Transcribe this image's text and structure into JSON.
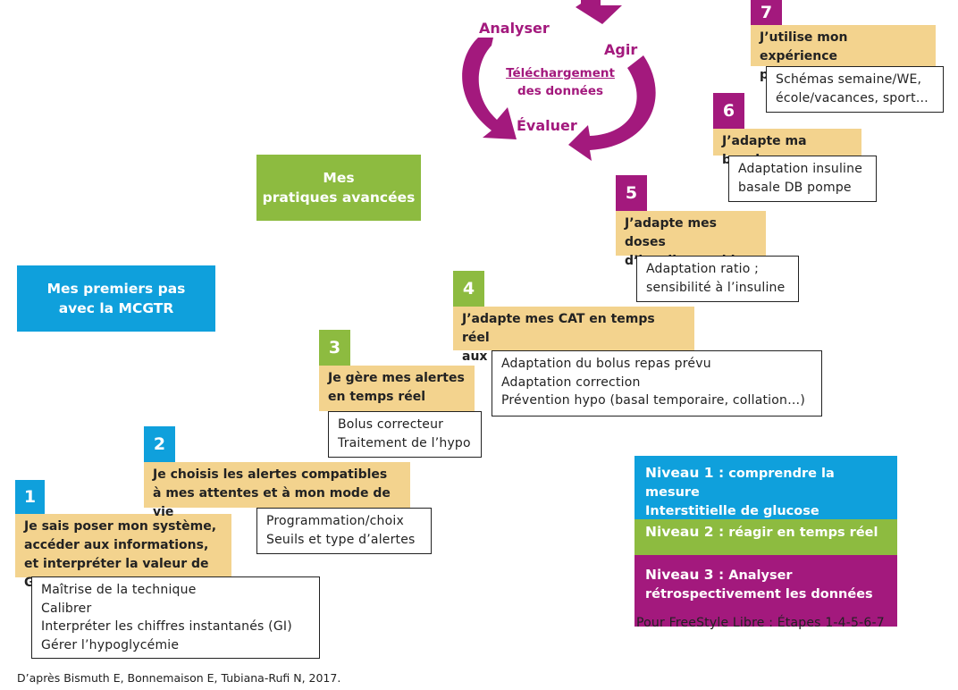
{
  "colors": {
    "blue": "#0fa0dc",
    "green": "#8dbb40",
    "purple": "#a3197d",
    "yellow": "#f3d38e"
  },
  "cycle": {
    "analyser": "Analyser",
    "agir": "Agir",
    "evaluer": "Évaluer",
    "center_line1": "Téléchargement",
    "center_line2": "des données"
  },
  "advanced_practices": "Mes\npratiques avancées",
  "first_steps": "Mes premiers pas\navec la MCGTR",
  "steps": [
    {
      "number": "1",
      "title": "Je sais poser mon système,\naccéder aux informations,\net interpréter la valeur de GI",
      "details": [
        "Maîtrise de la technique",
        "Calibrer",
        "Interpréter les chiffres instantanés (GI)",
        "Gérer l’hypoglycémie"
      ]
    },
    {
      "number": "2",
      "title": "Je choisis les alertes compatibles\nà mes attentes et à mon mode de vie",
      "details": [
        "Programmation/choix",
        "Seuils et type d’alertes"
      ]
    },
    {
      "number": "3",
      "title": "Je gère mes alertes\nen temps réel",
      "details": [
        "Bolus correcteur",
        "Traitement de l’hypo"
      ]
    },
    {
      "number": "4",
      "title": "J’adapte mes CAT en temps réel\naux informations de tendance",
      "details": [
        "Adaptation du bolus repas prévu",
        "Adaptation correction",
        "Prévention hypo (basal temporaire, collation…)"
      ]
    },
    {
      "number": "5",
      "title": "J’adapte mes doses\nd’insuline rapide",
      "details": [
        "Adaptation ratio ;",
        "sensibilité à l’insuline"
      ]
    },
    {
      "number": "6",
      "title": "J’adapte ma basale",
      "details": [
        "Adaptation insuline",
        "basale DB pompe"
      ]
    },
    {
      "number": "7",
      "title": "J’utilise mon expérience\npour anticiper",
      "details": [
        "Schémas semaine/WE,",
        "école/vacances, sport…"
      ]
    }
  ],
  "legend": [
    {
      "level": "Niveau 1 :",
      "text1": " comprendre la mesure",
      "text2": "Interstitielle de glucose",
      "color": "#0fa0dc"
    },
    {
      "level": "Niveau 2 :",
      "text1": " réagir en temps réel",
      "text2": "",
      "color": "#8dbb40"
    },
    {
      "level": "Niveau 3 :",
      "text1": " Analyser",
      "text2": "rétrospectivement les données",
      "color": "#a3197d"
    }
  ],
  "freestyle_note": "Pour FreeStyle Libre : Étapes 1-4-5-6-7",
  "source": "D’après Bismuth E, Bonnemaison E, Tubiana-Rufi N, 2017."
}
